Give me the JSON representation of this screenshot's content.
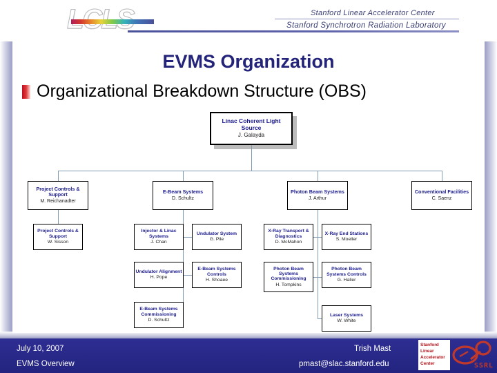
{
  "header": {
    "logo_text": "LCLS",
    "logo_icon": "lcls-rainbow-logo",
    "org_line1": "Stanford Linear Accelerator Center",
    "org_line2": "Stanford Synchrotron Radiation Laboratory"
  },
  "slide": {
    "title": "EVMS Organization",
    "bullet": "Organizational Breakdown Structure (OBS)",
    "bullet_marker_color": "#c00d1e",
    "title_color": "#23237a"
  },
  "chart_data": {
    "type": "diagram",
    "title": "Organizational Breakdown Structure (OBS)",
    "nodes": [
      {
        "id": "root",
        "title": "Linac Coherent Light Source",
        "name": "J. Galayda",
        "level": 1
      },
      {
        "id": "pcs",
        "title": "Project Controls & Support",
        "name": "M. Reichanadter",
        "level": 2
      },
      {
        "id": "ebs",
        "title": "E-Beam Systems",
        "name": "D. Schultz",
        "level": 2
      },
      {
        "id": "pbs",
        "title": "Photon Beam Systems",
        "name": "J. Arthur",
        "level": 2
      },
      {
        "id": "cf",
        "title": "Conventional Facilities",
        "name": "C. Saenz",
        "level": 2
      },
      {
        "id": "pcs2",
        "title": "Project Controls & Support",
        "name": "W. Sisson",
        "level": 3,
        "parent": "pcs"
      },
      {
        "id": "inj",
        "title": "Injector & Linac Systems",
        "name": "J. Chan",
        "level": 3,
        "parent": "ebs"
      },
      {
        "id": "und",
        "title": "Undulator System",
        "name": "G. Pile",
        "level": 3,
        "parent": "ebs"
      },
      {
        "id": "ua",
        "title": "Undulator Alignment",
        "name": "H. Pope",
        "level": 3,
        "parent": "ebs"
      },
      {
        "id": "ebsc",
        "title": "E-Beam Systems Controls",
        "name": "H. Shoaee",
        "level": 3,
        "parent": "ebs"
      },
      {
        "id": "ebscm",
        "title": "E-Beam Systems Commissioning",
        "name": "D. Schultz",
        "level": 3,
        "parent": "ebs"
      },
      {
        "id": "xrt",
        "title": "X-Ray Transport & Diagnostics",
        "name": "D. McMahon",
        "level": 3,
        "parent": "pbs"
      },
      {
        "id": "xes",
        "title": "X-Ray End Stations",
        "name": "S. Moeller",
        "level": 3,
        "parent": "pbs"
      },
      {
        "id": "pbsco",
        "title": "Photon Beam Systems Commissioning",
        "name": "H. Tompkins",
        "level": 3,
        "parent": "pbs"
      },
      {
        "id": "pbsc",
        "title": "Photon Beam Systems Controls",
        "name": "G. Haller",
        "level": 3,
        "parent": "pbs"
      },
      {
        "id": "laser",
        "title": "Laser Systems",
        "name": "W. White",
        "level": 3,
        "parent": "pbs"
      }
    ],
    "node_title_color": "#1b1b8f",
    "node_name_color": "#1a1a1a",
    "connector_color": "#7f99b3"
  },
  "footer": {
    "date": "July 10, 2007",
    "subject": "EVMS Overview",
    "author": "Trish Mast",
    "email": "pmast@slac.stanford.edu",
    "background_color": "#23237f",
    "badge_line1": "Stanford",
    "badge_line2": "Linear",
    "badge_line3": "Accelerator",
    "badge_line4": "Center",
    "ssrl_label": "SSRL"
  }
}
